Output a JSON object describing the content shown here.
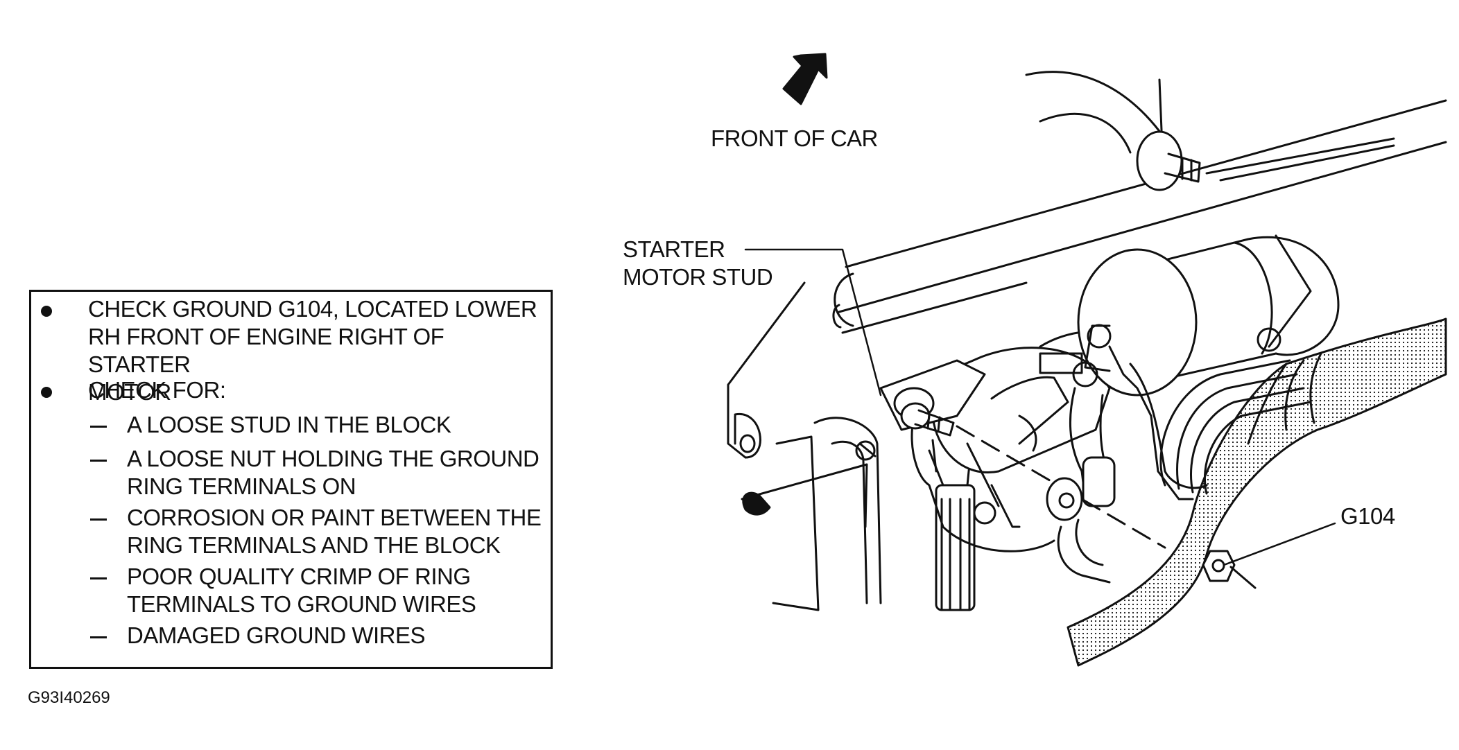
{
  "labels": {
    "front_of_car": "FRONT OF CAR",
    "starter_motor_stud": [
      "STARTER",
      "MOTOR STUD"
    ],
    "ground": "G104",
    "figure_id": "G93I40269"
  },
  "checklist": {
    "bullet_1": [
      "CHECK GROUND G104, LOCATED LOWER",
      "RH FRONT OF ENGINE RIGHT OF STARTER",
      "MOTOR"
    ],
    "bullet_2": "CHECK FOR:",
    "sub_items": [
      [
        "A LOOSE STUD IN THE BLOCK"
      ],
      [
        "A LOOSE NUT HOLDING THE GROUND",
        "RING TERMINALS ON"
      ],
      [
        "CORROSION OR PAINT BETWEEN THE",
        "RING TERMINALS AND THE BLOCK"
      ],
      [
        "POOR QUALITY CRIMP OF RING",
        "TERMINALS TO GROUND WIRES"
      ],
      [
        "DAMAGED GROUND WIRES"
      ]
    ]
  },
  "icons": [
    "arrow-icon"
  ]
}
